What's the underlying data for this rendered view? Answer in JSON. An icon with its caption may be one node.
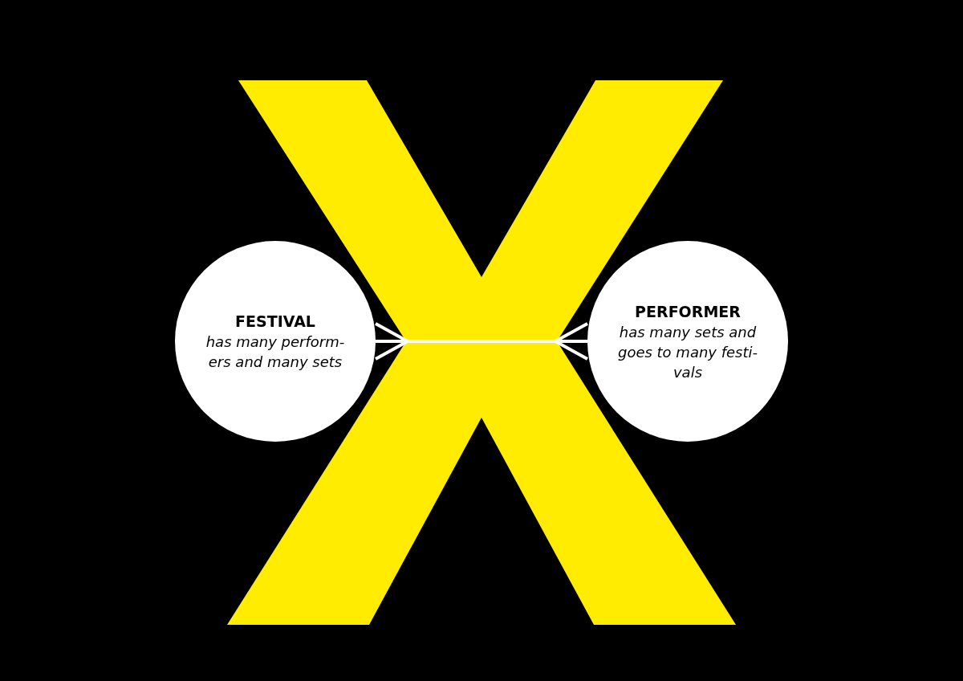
{
  "diagram": {
    "nodes": [
      {
        "text": [
          "FESTIVAL",
          "has many perform- ers and many sets"
        ]
      },
      {
        "text": [
          "PERFORMER",
          "has many sets and goes to many festi- vals"
        ]
      }
    ],
    "edges": [
      {
        "from": 0,
        "to": 1,
        "arrow": "other"
      }
    ]
  }
}
